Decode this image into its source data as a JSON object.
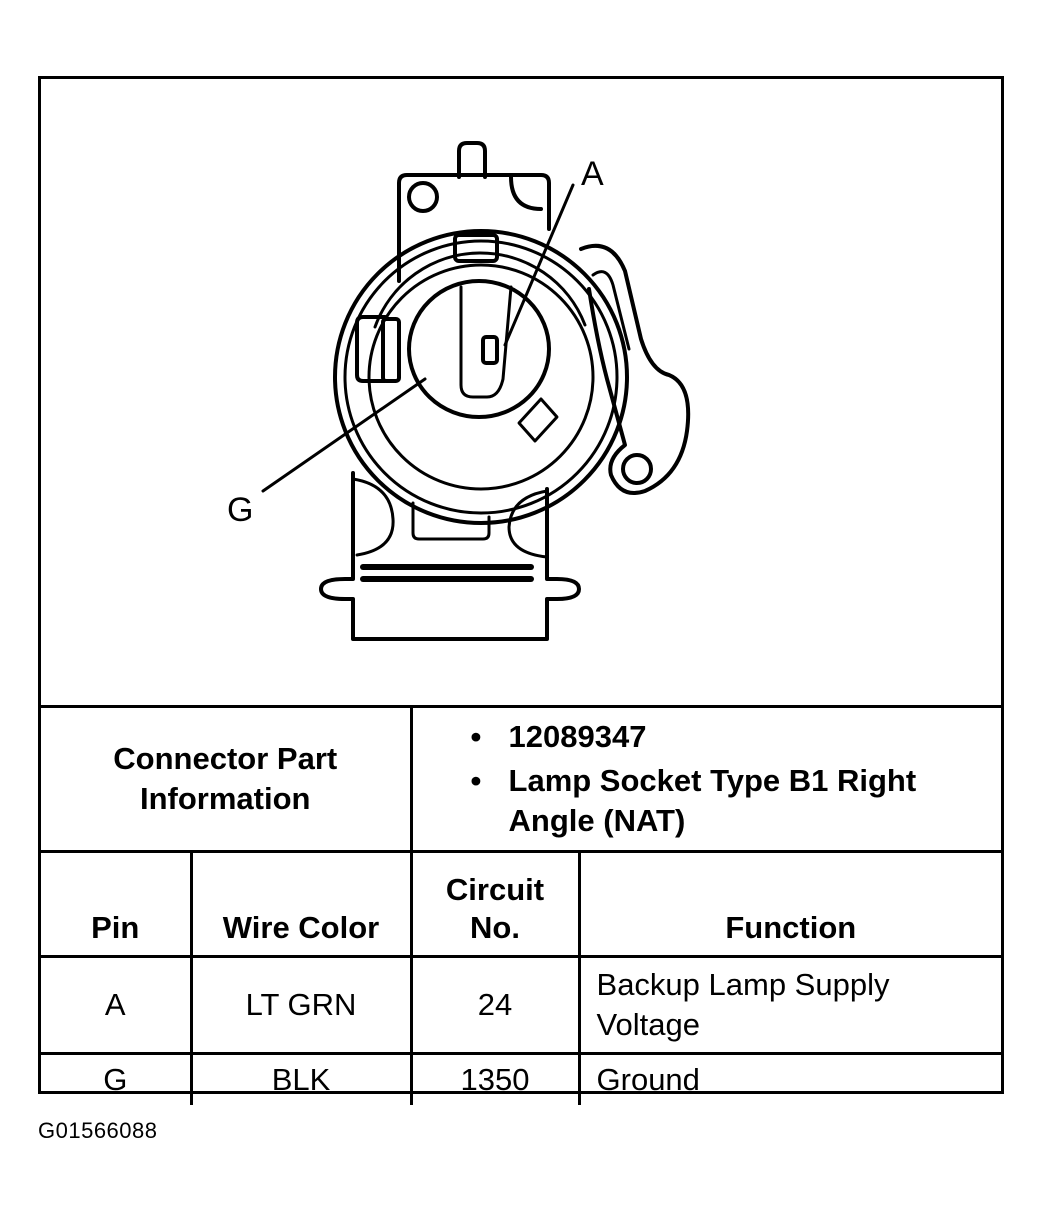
{
  "diagram": {
    "callouts": {
      "pin_a": "A",
      "pin_g": "G"
    }
  },
  "connector_info": {
    "label": "Connector Part Information",
    "items": [
      "12089347",
      "Lamp Socket Type B1 Right Angle (NAT)"
    ]
  },
  "table": {
    "headers": {
      "pin": "Pin",
      "wire_color": "Wire Color",
      "circuit_no": "Circuit No.",
      "function": "Function"
    },
    "rows": [
      {
        "pin": "A",
        "wire_color": "LT GRN",
        "circuit_no": "24",
        "function": "Backup Lamp Supply Voltage"
      },
      {
        "pin": "G",
        "wire_color": "BLK",
        "circuit_no": "1350",
        "function": "Ground"
      }
    ]
  },
  "figure_id": "G01566088",
  "colors": {
    "ink": "#000000",
    "paper": "#ffffff"
  }
}
